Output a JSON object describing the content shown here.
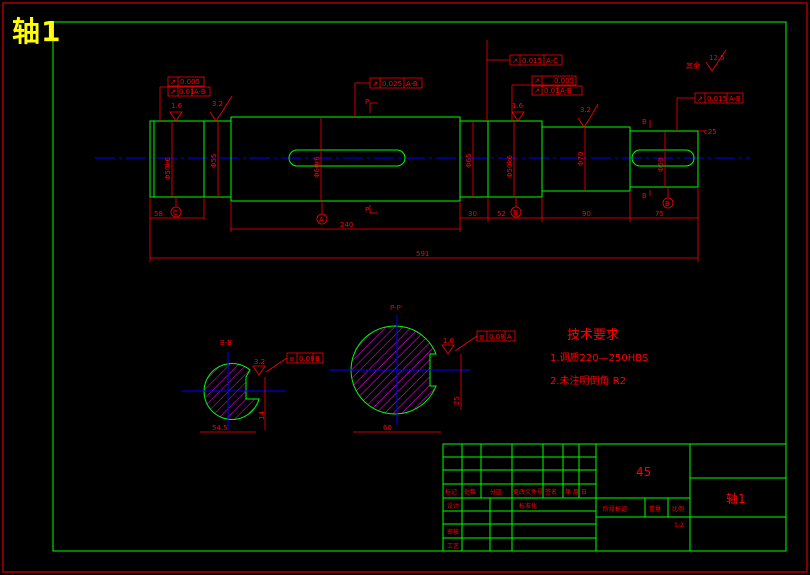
{
  "drawing": {
    "corner_title": "轴1",
    "title_block": {
      "material": "45",
      "part_name": "轴1",
      "scale": "1:2",
      "row_labels": [
        "标记",
        "处数",
        "分区",
        "更改文件号",
        "签名",
        "年 月 日"
      ],
      "designer_label": "设计",
      "std_label": "标准化",
      "stage_label": "阶段标记",
      "weight_label": "重量",
      "ratio_label": "比例",
      "review_label": "审核",
      "process_label": "工艺"
    },
    "tech_requirements": {
      "heading": "技术要求",
      "items": [
        "1.调质220—250HBS",
        "2.未注明倒角 R2"
      ]
    },
    "roughness_other": "其余",
    "roughness_values": {
      "other": "12.5",
      "r1": "1.6",
      "r2": "3.2",
      "r3": "1.6",
      "r4": "3.2",
      "r5": "1.6",
      "r6": "3.2",
      "r7": "1.6",
      "r8": "3.2"
    },
    "tolerance_frames": {
      "t1": {
        "symbol": "↗",
        "value": "0.005",
        "datum": ""
      },
      "t2": {
        "symbol": "↗",
        "value": "0.01",
        "datum": "A-B"
      },
      "t3": {
        "symbol": "↗",
        "value": "0.025",
        "datum": "A-B"
      },
      "t4": {
        "symbol": "↗",
        "value": "0.015",
        "datum": "A-C"
      },
      "t5": {
        "symbol": "↗",
        "value": "0.005",
        "datum": ""
      },
      "t6": {
        "symbol": "↗",
        "value": "0.01",
        "datum": "A-B"
      },
      "t7": {
        "symbol": "↗",
        "value": "0.015",
        "datum": "A-B"
      },
      "t8": {
        "symbol": "≡",
        "value": "0.08",
        "datum": "B"
      },
      "t9": {
        "symbol": "≡",
        "value": "0.08",
        "datum": "A"
      }
    },
    "dimensions": {
      "d_left_len": "58",
      "d_mid_len": "240",
      "d_30": "30",
      "d_52": "52",
      "d_90": "90",
      "d_75": "75",
      "d_total": "591",
      "c25": "c25"
    },
    "diameters": {
      "dia1": "Φ50k6",
      "dia2": "Φ55",
      "dia3": "Φ60r6",
      "dia4": "Φ65",
      "dia5": "Φ50k6",
      "dia6": "Φ70",
      "dia7": "Φ50"
    },
    "section_labels": {
      "p_top": "P",
      "p_bottom": "P",
      "b_top": "B",
      "b_bottom": "B",
      "datum_a": "A",
      "datum_b": "B",
      "datum_c": "C",
      "datum_d": "B",
      "section_bb": "B-B",
      "section_pp": "P-P"
    },
    "section_dims": {
      "bb_width": "54.5",
      "bb_key": "14",
      "pp_width": "60",
      "pp_key": "25"
    },
    "colors": {
      "border": "#00ff00",
      "annot": "#ff0000",
      "center": "#0000ff",
      "hatch": "#ff00ff",
      "text": "#ffff00",
      "white": "#ffffff"
    }
  }
}
